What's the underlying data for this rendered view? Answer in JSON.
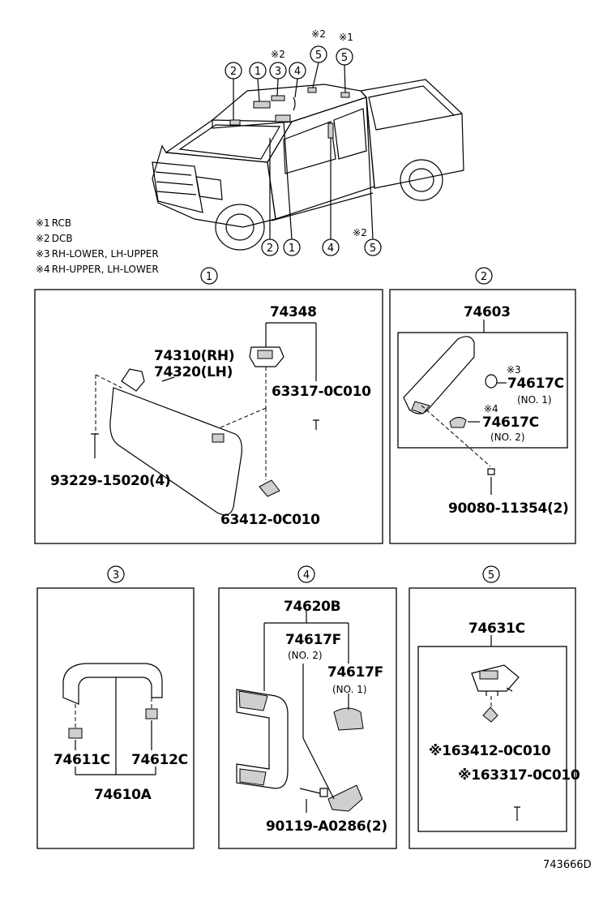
{
  "legend": [
    {
      "mark": "※1",
      "text": "RCB"
    },
    {
      "mark": "※2",
      "text": "DCB"
    },
    {
      "mark": "※3",
      "text": "RH-LOWER, LH-UPPER"
    },
    {
      "mark": "※4",
      "text": "RH-UPPER, LH-LOWER"
    }
  ],
  "truck_callouts": {
    "top": [
      "2",
      "1",
      "3",
      "4",
      "5",
      "5"
    ],
    "top_marks": {
      "c3": "※2",
      "c5a": "※2",
      "c5b": "※1"
    },
    "bottom": [
      "2",
      "1",
      "4",
      "5"
    ],
    "bottom_mark": "※2"
  },
  "panel1": {
    "label": "1",
    "parts": {
      "bracket": "74348",
      "visor_rh": "74310(RH)",
      "visor_lh": "74320(LH)",
      "screw_a": "63317-0C010",
      "screw_b": "93229-15020(4)",
      "clip": "63412-0C010"
    }
  },
  "panel2": {
    "label": "2",
    "parts": {
      "grip": "74603",
      "cap1": "74617C",
      "cap1_note": "(NO. 1)",
      "cap1_mark": "※3",
      "cap2": "74617C",
      "cap2_note": "(NO. 2)",
      "cap2_mark": "※4",
      "screw": "90080-11354(2)"
    }
  },
  "panel3": {
    "label": "3",
    "parts": {
      "left": "74611C",
      "right": "74612C",
      "assy": "74610A"
    }
  },
  "panel4": {
    "label": "4",
    "parts": {
      "assy": "74620B",
      "cap2": "74617F",
      "cap2_note": "(NO. 2)",
      "cap1": "74617F",
      "cap1_note": "(NO. 1)",
      "screw": "90119-A0286(2)"
    }
  },
  "panel5": {
    "label": "5",
    "parts": {
      "assy": "74631C",
      "clip": "※163412-0C010",
      "screw": "※163317-0C010"
    }
  },
  "ref_code": "743666D"
}
